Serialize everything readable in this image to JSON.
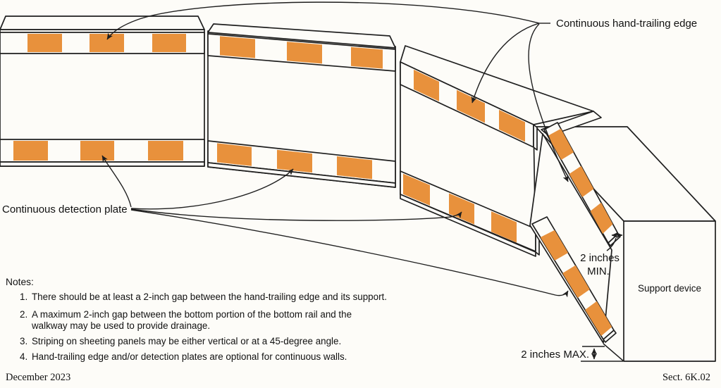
{
  "figure": {
    "type": "technical-diagram",
    "subject": "Continuous wall / longitudinal channelizing device with hand-trailing edge and detection plates",
    "accent_color": "#E8913C",
    "line_color": "#1F1F1F",
    "background_color": "#FDFCF8"
  },
  "labels": {
    "hand_trailing": "Continuous hand-trailing edge",
    "detection": "Continuous detection plate",
    "support": "Support device",
    "min_line1": "2 inches",
    "min_line2": "MIN.",
    "max": "2 inches MAX."
  },
  "notes": {
    "heading": "Notes:",
    "items": [
      {
        "num": "1.",
        "lines": [
          "There should be at least a 2-inch gap between the hand-trailing edge and its support."
        ]
      },
      {
        "num": "2.",
        "lines": [
          "A maximum 2-inch gap between the bottom portion of the bottom rail and the",
          "walkway may be used to provide drainage."
        ]
      },
      {
        "num": "3.",
        "lines": [
          "Striping on sheeting panels may be either vertical or at a 45-degree angle."
        ]
      },
      {
        "num": "4.",
        "lines": [
          "Hand-trailing edge and/or detection plates are optional for continuous walls."
        ]
      }
    ]
  },
  "footer": {
    "date": "December 2023",
    "section": "Sect. 6K.02"
  }
}
